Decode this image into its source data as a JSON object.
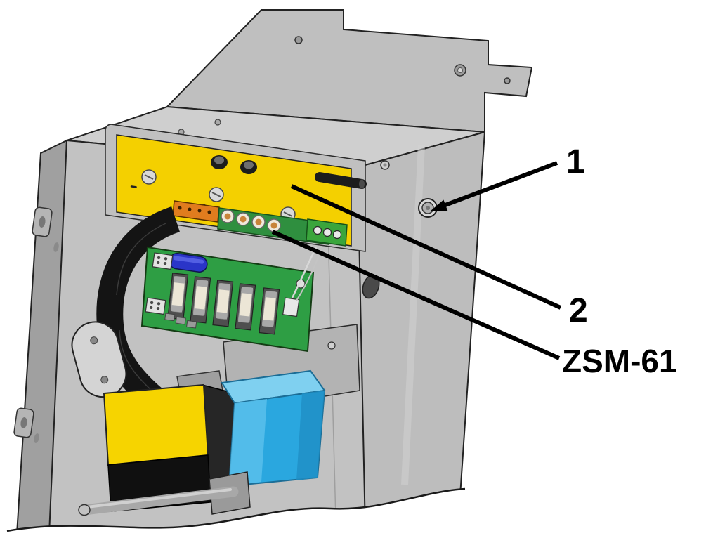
{
  "figure": {
    "callouts": {
      "item1": "1",
      "item2": "2",
      "model": "ZSM-61"
    },
    "colors": {
      "module_yellow": "#f4d000",
      "pcb_green": "#2e9e44",
      "component_blue": "#2aa7df",
      "enclosure_gray": "#c6c6c6",
      "line_black": "#000000"
    }
  }
}
